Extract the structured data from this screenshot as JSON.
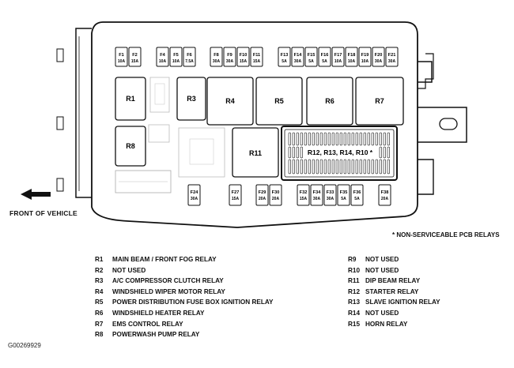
{
  "fuses_top": [
    {
      "id": "F1",
      "rating": "10A"
    },
    {
      "id": "F2",
      "rating": "15A"
    },
    {
      "id": "F4",
      "rating": "10A"
    },
    {
      "id": "F5",
      "rating": "10A"
    },
    {
      "id": "F6",
      "rating": "7.5A"
    },
    {
      "id": "F8",
      "rating": "30A"
    },
    {
      "id": "F9",
      "rating": "30A"
    },
    {
      "id": "F10",
      "rating": "15A"
    },
    {
      "id": "F11",
      "rating": "15A"
    },
    {
      "id": "F13",
      "rating": "5A"
    },
    {
      "id": "F14",
      "rating": "30A"
    },
    {
      "id": "F15",
      "rating": "5A"
    },
    {
      "id": "F16",
      "rating": "5A"
    },
    {
      "id": "F17",
      "rating": "10A"
    },
    {
      "id": "F18",
      "rating": "10A"
    },
    {
      "id": "F19",
      "rating": "10A"
    },
    {
      "id": "F20",
      "rating": "30A"
    },
    {
      "id": "F21",
      "rating": "30A"
    }
  ],
  "fuses_bottom": [
    {
      "id": "F24",
      "rating": "30A"
    },
    {
      "id": "F27",
      "rating": "15A"
    },
    {
      "id": "F29",
      "rating": "20A"
    },
    {
      "id": "F30",
      "rating": "20A"
    },
    {
      "id": "F32",
      "rating": "15A"
    },
    {
      "id": "F34",
      "rating": "30A"
    },
    {
      "id": "F33",
      "rating": "30A"
    },
    {
      "id": "F35",
      "rating": "5A"
    },
    {
      "id": "F36",
      "rating": "5A"
    },
    {
      "id": "F38",
      "rating": "20A"
    }
  ],
  "relays": {
    "R1": "R1",
    "R3": "R3",
    "R4": "R4",
    "R5": "R5",
    "R6": "R6",
    "R7": "R7",
    "R8": "R8",
    "R11": "R11",
    "pcb": "R12, R13, R14, R10 *"
  },
  "front_label": "FRONT OF VEHICLE",
  "note": "* NON-SERVICEABLE PCB RELAYS",
  "legend_left": [
    {
      "code": "R1",
      "desc": "MAIN BEAM / FRONT FOG RELAY"
    },
    {
      "code": "R2",
      "desc": "NOT USED"
    },
    {
      "code": "R3",
      "desc": "A/C COMPRESSOR CLUTCH RELAY"
    },
    {
      "code": "R4",
      "desc": "WINDSHIELD WIPER MOTOR RELAY"
    },
    {
      "code": "R5",
      "desc": "POWER DISTRIBUTION FUSE BOX IGNITION RELAY"
    },
    {
      "code": "R6",
      "desc": "WINDSHIELD HEATER RELAY"
    },
    {
      "code": "R7",
      "desc": "EMS CONTROL RELAY"
    },
    {
      "code": "R8",
      "desc": "POWERWASH PUMP RELAY"
    }
  ],
  "legend_right": [
    {
      "code": "R9",
      "desc": "NOT USED"
    },
    {
      "code": "R10",
      "desc": "NOT USED"
    },
    {
      "code": "R11",
      "desc": "DIP BEAM RELAY"
    },
    {
      "code": "R12",
      "desc": "STARTER RELAY"
    },
    {
      "code": "R13",
      "desc": "SLAVE IGNITION RELAY"
    },
    {
      "code": "R14",
      "desc": "NOT USED"
    },
    {
      "code": "R15",
      "desc": "HORN RELAY"
    }
  ],
  "figure_id": "G00269929"
}
